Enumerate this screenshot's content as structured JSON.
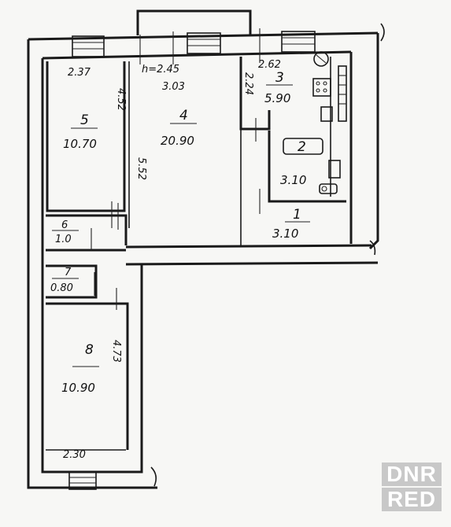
{
  "rooms": [
    {
      "number": "5",
      "area": "10.70"
    },
    {
      "number": "4",
      "area": "20.90"
    },
    {
      "number": "3",
      "area": "5.90"
    },
    {
      "number": "2",
      "area": "3.10"
    },
    {
      "number": "1",
      "area": "3.10"
    },
    {
      "number": "6",
      "area": "1.0"
    },
    {
      "number": "7",
      "area": "0.80"
    },
    {
      "number": "8",
      "area": "10.90"
    }
  ],
  "dimensions": {
    "room5_width": "2.37",
    "room5_height": "4.52",
    "room4_width": "h=2.45",
    "room4_width_alt": "3.03",
    "room4_height": "5.52",
    "room3_width": "2.62",
    "room3_height": "2.24",
    "room8_width": "2.30",
    "room8_height": "4.73"
  },
  "watermark": {
    "line1": "DNR",
    "line2": "RED"
  }
}
